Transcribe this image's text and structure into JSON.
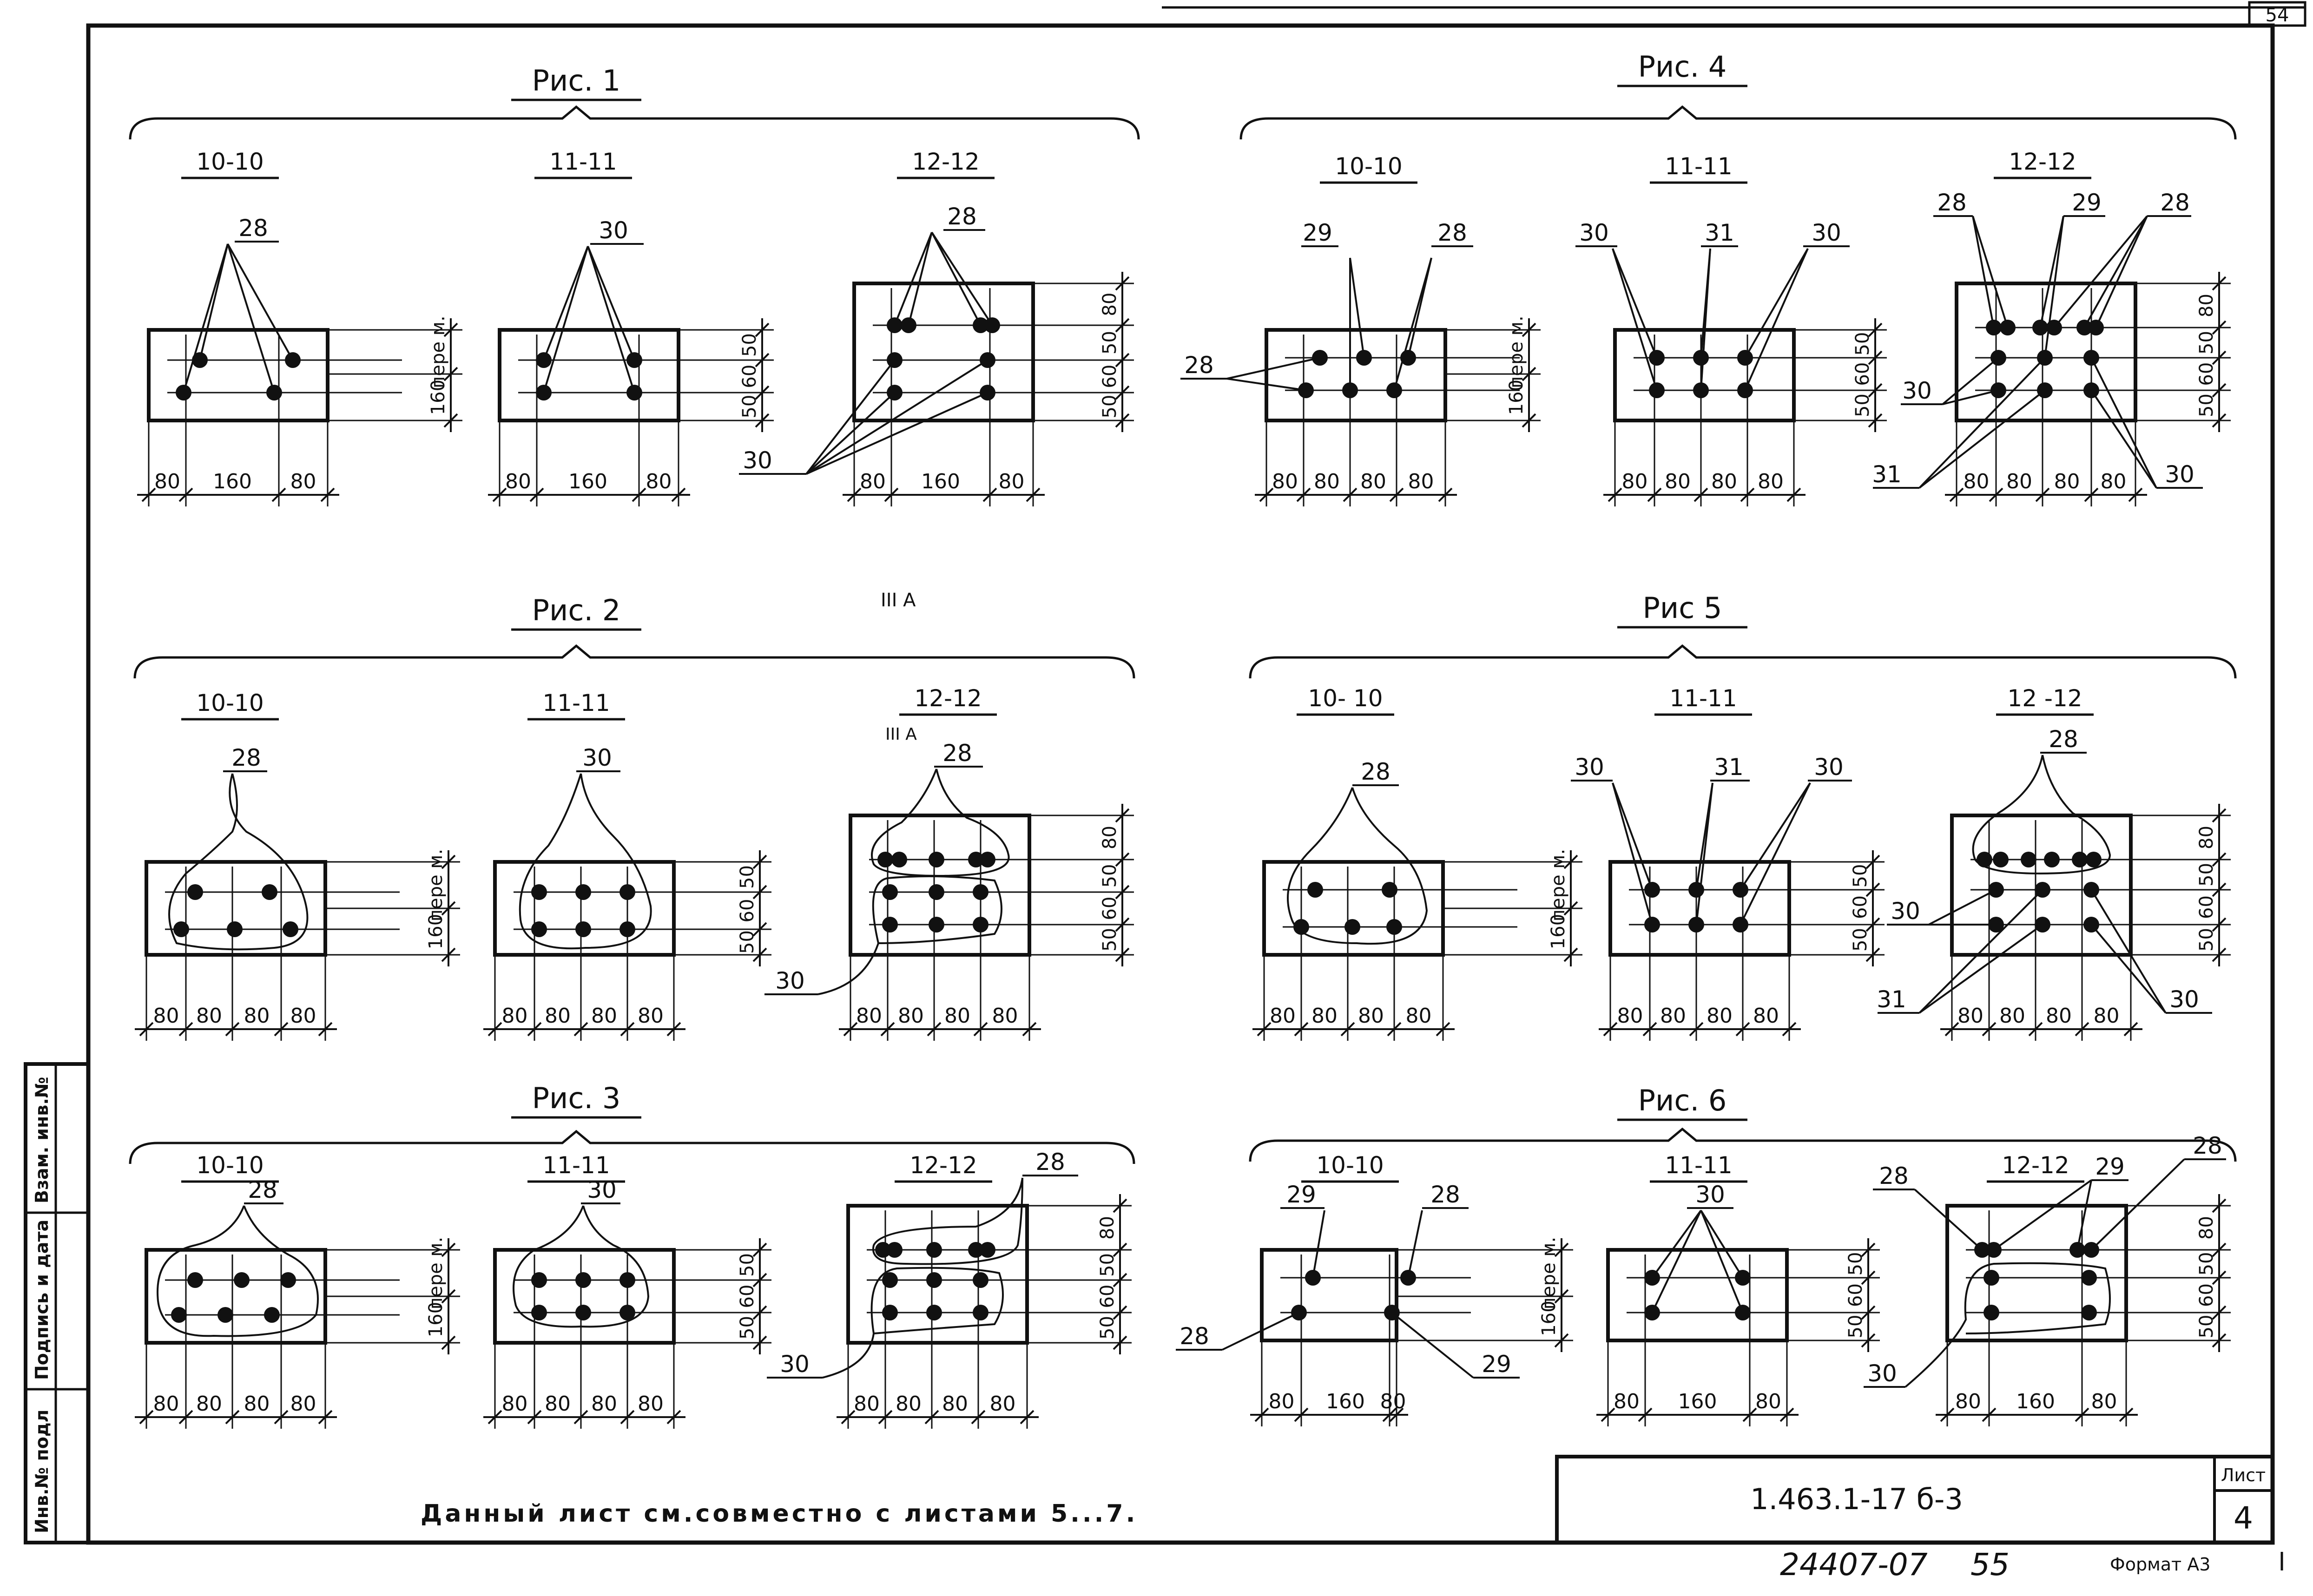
{
  "sheet": {
    "page_number": "54",
    "side_stamp": [
      "Инв.№ подл",
      "Подпись и дата",
      "Взам. инв.№"
    ],
    "note": "Данный лист см.совместно с листами 5...7.",
    "doc_code": "1.463.1-17 б-3",
    "list_label": "Лист",
    "list_number": "4",
    "archive_number": "24407-07",
    "archive_suffix": "55",
    "format": "Формат А3",
    "mark_3a": "III А",
    "mark_3a_small": "III А"
  },
  "figures": [
    {
      "title": "Рис. 1",
      "sections": [
        "10-10",
        "11-11",
        "12-12"
      ]
    },
    {
      "title": "Рис. 2",
      "sections": [
        "10-10",
        "11-11",
        "12-12"
      ]
    },
    {
      "title": "Рис. 3",
      "sections": [
        "10-10",
        "11-11",
        "12-12"
      ]
    },
    {
      "title": "Рис. 4",
      "sections": [
        "10-10",
        "11-11",
        "12-12"
      ]
    },
    {
      "title": "Рис 5",
      "sections": [
        "10- 10",
        "11-11",
        "12 -12"
      ]
    },
    {
      "title": "Рис. 6",
      "sections": [
        "10-10",
        "11-11",
        "12-12"
      ]
    }
  ],
  "dims": {
    "d80": "80",
    "d160": "160",
    "d50": "50",
    "d60": "60",
    "perem": "пере м."
  },
  "bars": {
    "b28": "28",
    "b29": "29",
    "b30": "30",
    "b31": "31"
  }
}
